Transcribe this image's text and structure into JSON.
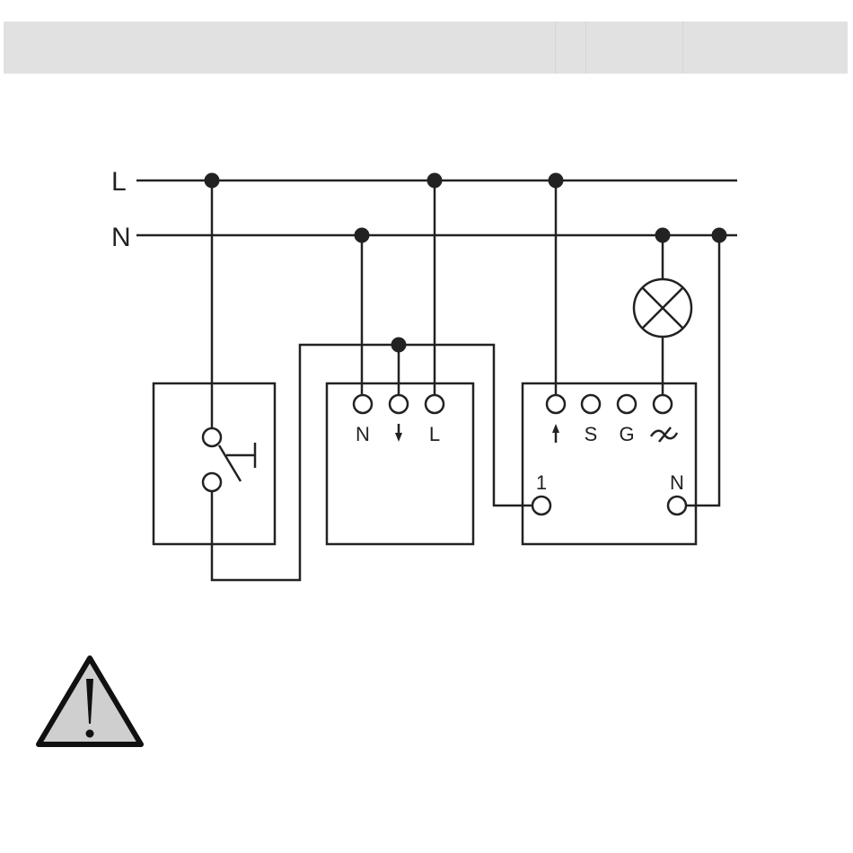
{
  "colors": {
    "line": "#222222",
    "header": "#e1e1e1",
    "warning_fill": "#cfcfcf"
  },
  "diagram": {
    "bus_labels": {
      "live": "L",
      "neutral": "N"
    },
    "dimmer_unit": {
      "terminal_labels": [
        "N",
        "L"
      ],
      "arrow_down_icon": "arrow-down-icon"
    },
    "controller_unit": {
      "top_terminal_labels": [
        "S",
        "G"
      ],
      "arrow_up_icon": "arrow-up-icon",
      "dimmer_symbol_icon": "dimmer-symbol-icon",
      "bottom_terminal_labels": [
        "1",
        "N"
      ]
    },
    "lamp_icon": "lamp-icon",
    "switch_icon": "push-button-switch-icon"
  },
  "warning": {
    "icon": "warning-triangle-icon"
  }
}
